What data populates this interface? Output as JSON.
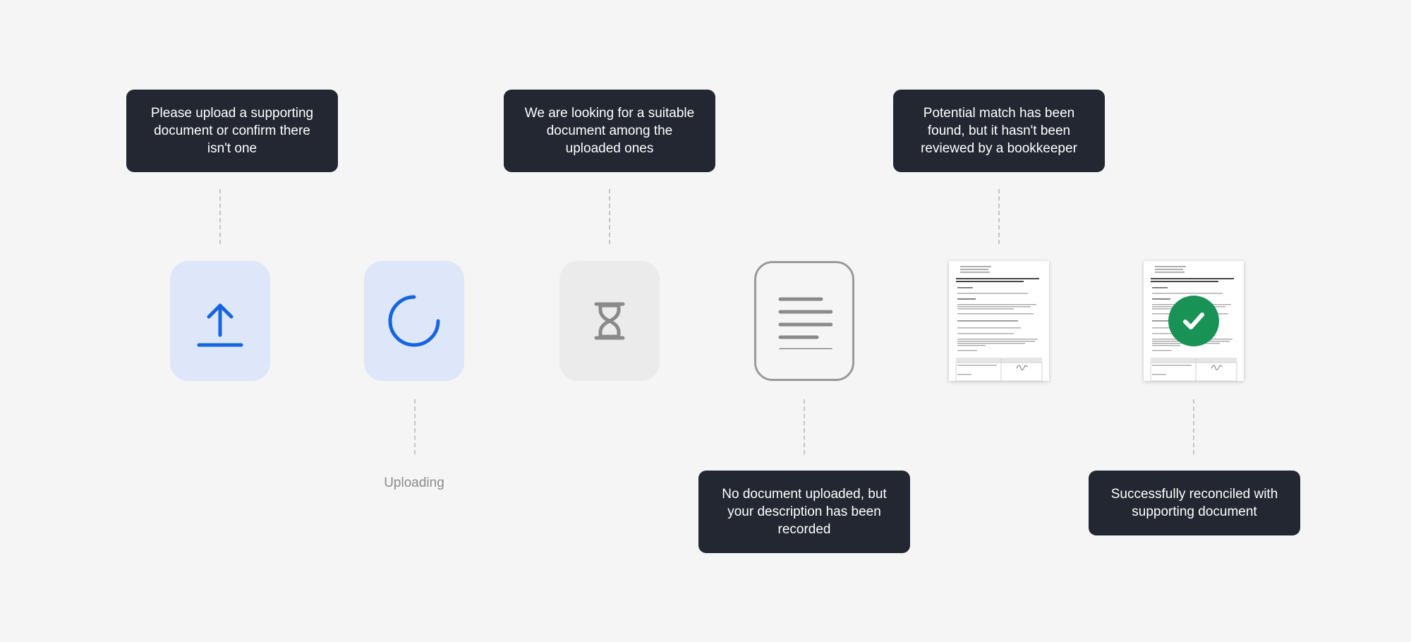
{
  "callouts": {
    "upload_prompt": "Please upload a supporting document or confirm there isn't one",
    "searching": "We are looking for a suitable document among the uploaded ones",
    "potential_match": "Potential match has been found, but it hasn't been reviewed by a bookkeeper",
    "no_document": "No document uploaded, but your description has been recorded",
    "reconciled": "Successfully reconciled with supporting document"
  },
  "labels": {
    "uploading": "Uploading"
  },
  "icons": {
    "upload": "upload-arrow-icon",
    "uploading": "loading-spinner-icon",
    "searching": "hourglass-icon",
    "no_document": "text-lines-icon",
    "matched": "document-thumbnail",
    "reconciled": "check-circle-icon"
  },
  "colors": {
    "background": "#f5f5f5",
    "tooltip_bg": "#222732",
    "tooltip_text": "#ffffff",
    "accent_blue": "#1565e3",
    "tile_blue": "#dde7f9",
    "tile_grey": "#ebebeb",
    "icon_grey": "#8a8a8a",
    "success_green": "#199355",
    "connector": "#c4c4c4",
    "label_grey": "#8c8c8c"
  }
}
